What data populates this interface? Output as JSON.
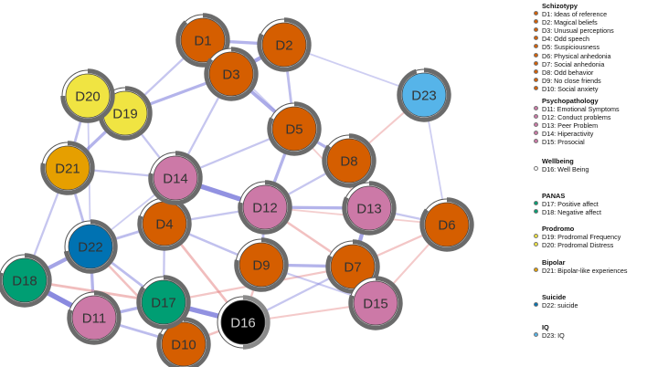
{
  "colors": {
    "schizotypy": "#D55E00",
    "psychopathology": "#CC79A7",
    "wellbeing": "#FFFFFF",
    "panas": "#009E73",
    "prodromo": "#F0E442",
    "bipolar": "#E69F00",
    "suicide": "#0072B2",
    "iq": "#56B4E9",
    "positive_edge": "#7070D8",
    "negative_edge": "#E07070"
  },
  "nodes": [
    {
      "id": "D1",
      "label": "D1",
      "group": "schizotypy",
      "fill": 0.88
    },
    {
      "id": "D2",
      "label": "D2",
      "group": "schizotypy",
      "fill": 0.82
    },
    {
      "id": "D3",
      "label": "D3",
      "group": "schizotypy",
      "fill": 0.85
    },
    {
      "id": "D4",
      "label": "D4",
      "group": "schizotypy",
      "fill": 0.8
    },
    {
      "id": "D5",
      "label": "D5",
      "group": "schizotypy",
      "fill": 0.82
    },
    {
      "id": "D6",
      "label": "D6",
      "group": "schizotypy",
      "fill": 0.85
    },
    {
      "id": "D7",
      "label": "D7",
      "group": "schizotypy",
      "fill": 0.82
    },
    {
      "id": "D8",
      "label": "D8",
      "group": "schizotypy",
      "fill": 0.85
    },
    {
      "id": "D9",
      "label": "D9",
      "group": "schizotypy",
      "fill": 0.78
    },
    {
      "id": "D10",
      "label": "D10",
      "group": "schizotypy",
      "fill": 0.82
    },
    {
      "id": "D11",
      "label": "D11",
      "group": "psychopathology",
      "fill": 0.8
    },
    {
      "id": "D12",
      "label": "D12",
      "group": "psychopathology",
      "fill": 0.78
    },
    {
      "id": "D13",
      "label": "D13",
      "group": "psychopathology",
      "fill": 0.82
    },
    {
      "id": "D14",
      "label": "D14",
      "group": "psychopathology",
      "fill": 0.78
    },
    {
      "id": "D15",
      "label": "D15",
      "group": "psychopathology",
      "fill": 0.8
    },
    {
      "id": "D16",
      "label": "D16",
      "group": "wellbeing",
      "fill": 0.5
    },
    {
      "id": "D17",
      "label": "D17",
      "group": "panas",
      "fill": 0.85
    },
    {
      "id": "D18",
      "label": "D18",
      "group": "panas",
      "fill": 0.8
    },
    {
      "id": "D19",
      "label": "D19",
      "group": "prodromo",
      "fill": 0.78
    },
    {
      "id": "D20",
      "label": "D20",
      "group": "prodromo",
      "fill": 0.75
    },
    {
      "id": "D21",
      "label": "D21",
      "group": "bipolar",
      "fill": 0.78
    },
    {
      "id": "D22",
      "label": "D22",
      "group": "suicide",
      "fill": 0.72
    },
    {
      "id": "D23",
      "label": "D23",
      "group": "iq",
      "fill": 0.95
    }
  ],
  "edges": [
    {
      "from": "D1",
      "to": "D3",
      "sign": "positive",
      "weight": 0.8
    },
    {
      "from": "D1",
      "to": "D2",
      "sign": "positive",
      "weight": 0.5
    },
    {
      "from": "D2",
      "to": "D3",
      "sign": "positive",
      "weight": 0.7
    },
    {
      "from": "D2",
      "to": "D23",
      "sign": "positive",
      "weight": 0.2
    },
    {
      "from": "D2",
      "to": "D5",
      "sign": "positive",
      "weight": 0.4
    },
    {
      "from": "D3",
      "to": "D5",
      "sign": "positive",
      "weight": 0.6
    },
    {
      "from": "D3",
      "to": "D19",
      "sign": "positive",
      "weight": 0.5
    },
    {
      "from": "D3",
      "to": "D14",
      "sign": "positive",
      "weight": 0.3
    },
    {
      "from": "D1",
      "to": "D19",
      "sign": "positive",
      "weight": 0.3
    },
    {
      "from": "D20",
      "to": "D19",
      "sign": "positive",
      "weight": 1.0
    },
    {
      "from": "D20",
      "to": "D21",
      "sign": "positive",
      "weight": 0.4
    },
    {
      "from": "D19",
      "to": "D21",
      "sign": "positive",
      "weight": 0.5
    },
    {
      "from": "D19",
      "to": "D14",
      "sign": "positive",
      "weight": 0.3
    },
    {
      "from": "D21",
      "to": "D22",
      "sign": "positive",
      "weight": 0.4
    },
    {
      "from": "D21",
      "to": "D14",
      "sign": "positive",
      "weight": 0.3
    },
    {
      "from": "D5",
      "to": "D8",
      "sign": "positive",
      "weight": 0.5
    },
    {
      "from": "D5",
      "to": "D12",
      "sign": "positive",
      "weight": 0.5
    },
    {
      "from": "D5",
      "to": "D14",
      "sign": "positive",
      "weight": 0.3
    },
    {
      "from": "D8",
      "to": "D13",
      "sign": "positive",
      "weight": 0.3
    },
    {
      "from": "D8",
      "to": "D12",
      "sign": "positive",
      "weight": 0.3
    },
    {
      "from": "D23",
      "to": "D6",
      "sign": "positive",
      "weight": 0.2
    },
    {
      "from": "D23",
      "to": "D8",
      "sign": "negative",
      "weight": 0.25
    },
    {
      "from": "D14",
      "to": "D12",
      "sign": "positive",
      "weight": 0.9
    },
    {
      "from": "D14",
      "to": "D4",
      "sign": "positive",
      "weight": 0.4
    },
    {
      "from": "D12",
      "to": "D13",
      "sign": "positive",
      "weight": 0.5
    },
    {
      "from": "D12",
      "to": "D9",
      "sign": "positive",
      "weight": 0.4
    },
    {
      "from": "D12",
      "to": "D7",
      "sign": "negative",
      "weight": 0.35
    },
    {
      "from": "D12",
      "to": "D4",
      "sign": "positive",
      "weight": 0.3
    },
    {
      "from": "D13",
      "to": "D7",
      "sign": "positive",
      "weight": 0.7
    },
    {
      "from": "D13",
      "to": "D6",
      "sign": "positive",
      "weight": 0.3
    },
    {
      "from": "D6",
      "to": "D7",
      "sign": "negative",
      "weight": 0.3
    },
    {
      "from": "D6",
      "to": "D15",
      "sign": "negative",
      "weight": 0.25
    },
    {
      "from": "D7",
      "to": "D15",
      "sign": "positive",
      "weight": 0.5
    },
    {
      "from": "D7",
      "to": "D9",
      "sign": "positive",
      "weight": 0.5
    },
    {
      "from": "D7",
      "to": "D17",
      "sign": "negative",
      "weight": 0.3
    },
    {
      "from": "D9",
      "to": "D4",
      "sign": "positive",
      "weight": 0.35
    },
    {
      "from": "D9",
      "to": "D16",
      "sign": "negative",
      "weight": 0.3
    },
    {
      "from": "D4",
      "to": "D22",
      "sign": "positive",
      "weight": 0.4
    },
    {
      "from": "D4",
      "to": "D17",
      "sign": "positive",
      "weight": 0.3
    },
    {
      "from": "D4",
      "to": "D16",
      "sign": "negative",
      "weight": 0.4
    },
    {
      "from": "D22",
      "to": "D18",
      "sign": "positive",
      "weight": 0.7
    },
    {
      "from": "D22",
      "to": "D11",
      "sign": "positive",
      "weight": 0.5
    },
    {
      "from": "D22",
      "to": "D17",
      "sign": "positive",
      "weight": 0.4
    },
    {
      "from": "D22",
      "to": "D10",
      "sign": "negative",
      "weight": 0.35
    },
    {
      "from": "D18",
      "to": "D11",
      "sign": "positive",
      "weight": 1.0
    },
    {
      "from": "D18",
      "to": "D17",
      "sign": "negative",
      "weight": 0.4
    },
    {
      "from": "D18",
      "to": "D21",
      "sign": "positive",
      "weight": 0.3
    },
    {
      "from": "D11",
      "to": "D17",
      "sign": "positive",
      "weight": 0.5
    },
    {
      "from": "D11",
      "to": "D10",
      "sign": "positive",
      "weight": 0.4
    },
    {
      "from": "D17",
      "to": "D16",
      "sign": "positive",
      "weight": 0.9
    },
    {
      "from": "D17",
      "to": "D10",
      "sign": "positive",
      "weight": 0.5
    },
    {
      "from": "D16",
      "to": "D10",
      "sign": "negative",
      "weight": 0.35
    },
    {
      "from": "D16",
      "to": "D7",
      "sign": "positive",
      "weight": 0.3
    },
    {
      "from": "D15",
      "to": "D16",
      "sign": "negative",
      "weight": 0.25
    },
    {
      "from": "D15",
      "to": "D9",
      "sign": "positive",
      "weight": 0.25
    },
    {
      "from": "D20",
      "to": "D22",
      "sign": "positive",
      "weight": 0.2
    },
    {
      "from": "D1",
      "to": "D5",
      "sign": "positive",
      "weight": 0.2
    },
    {
      "from": "D5",
      "to": "D13",
      "sign": "negative",
      "weight": 0.2
    },
    {
      "from": "D14",
      "to": "D22",
      "sign": "positive",
      "weight": 0.2
    },
    {
      "from": "D12",
      "to": "D6",
      "sign": "negative",
      "weight": 0.2
    }
  ],
  "legend": {
    "groups": [
      {
        "title": "Schizotypy",
        "group": "schizotypy",
        "items": [
          "D1: Ideas of reference",
          "D2: Magical beliefs",
          "D3: Unusual perceptions",
          "D4: Odd speech",
          "D5: Suspiciousness",
          "D6: Physical anhedonia",
          "D7: Social anhedonia",
          "D8: Odd behavior",
          "D9: No close friends",
          "D10: Social anxiety"
        ]
      },
      {
        "title": "Psychopathology",
        "group": "psychopathology",
        "items": [
          "D11: Emotional Symptoms",
          "D12: Conduct problems",
          "D13: Peer Problem",
          "D14: Hiperactivity",
          "D15: Prosocial"
        ]
      },
      {
        "title": "Wellbeing",
        "group": "wellbeing",
        "items": [
          "D16: Well Being"
        ]
      },
      {
        "title": "PANAS",
        "group": "panas",
        "items": [
          "D17: Positive affect",
          "D18: Negative affect"
        ]
      },
      {
        "title": "Prodromo",
        "group": "prodromo",
        "items": [
          "D19: Prodromal Frequency",
          "D20: Prodromal Distress"
        ]
      },
      {
        "title": "Bipolar",
        "group": "bipolar",
        "items": [
          "D21: Bipolar-like experiences"
        ]
      },
      {
        "title": "Suicide",
        "group": "suicide",
        "items": [
          "D22: suicide"
        ]
      },
      {
        "title": "IQ",
        "group": "iq",
        "items": [
          "D23: IQ"
        ]
      }
    ]
  }
}
